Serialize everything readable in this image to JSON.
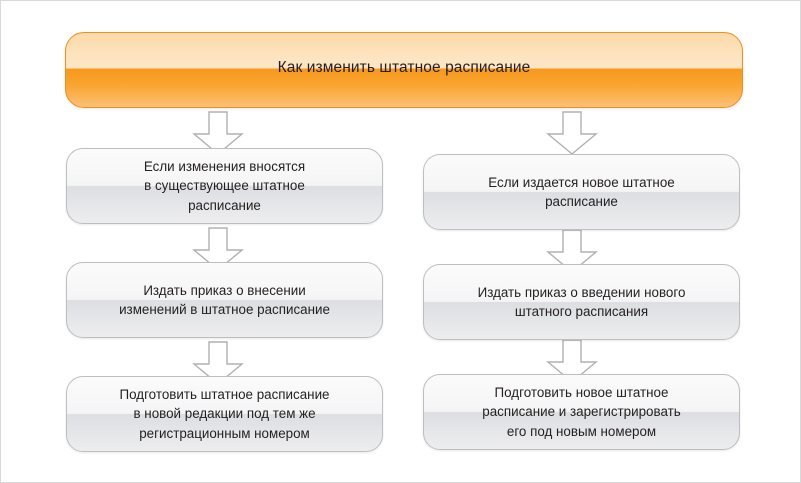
{
  "diagram": {
    "title": "Как изменить штатное расписание",
    "colors": {
      "header_border": "#ef8f1f",
      "header_top": "#fde3bf",
      "header_bottom": "#f7981d",
      "node_border": "#bcbec0",
      "node_top": "#f7f7f8",
      "node_bottom": "#dedfe2",
      "arrow_stroke": "#b3b3b3",
      "arrow_fill": "#ffffff",
      "text": "#231f20",
      "frame": "#d9d9d9"
    },
    "branches": [
      {
        "name": "existing-schedule",
        "steps": [
          "Если изменения вносятся\nв существующее штатное\nрасписание",
          "Издать приказ о внесении\nизменений в штатное расписание",
          "Подготовить штатное расписание\nв новой редакции под тем же\nрегистрационным номером"
        ]
      },
      {
        "name": "new-schedule",
        "steps": [
          "Если издается новое штатное\nрасписание",
          "Издать приказ о введении нового\nштатного расписания",
          "Подготовить новое штатное\nрасписание и зарегистрировать\nего под новым номером"
        ]
      }
    ],
    "arrows": [
      {
        "name": "arrow-left-header-to-step1"
      },
      {
        "name": "arrow-right-header-to-step1"
      },
      {
        "name": "arrow-left-step1-to-step2"
      },
      {
        "name": "arrow-right-step1-to-step2"
      },
      {
        "name": "arrow-left-step2-to-step3"
      },
      {
        "name": "arrow-right-step2-to-step3"
      }
    ]
  }
}
